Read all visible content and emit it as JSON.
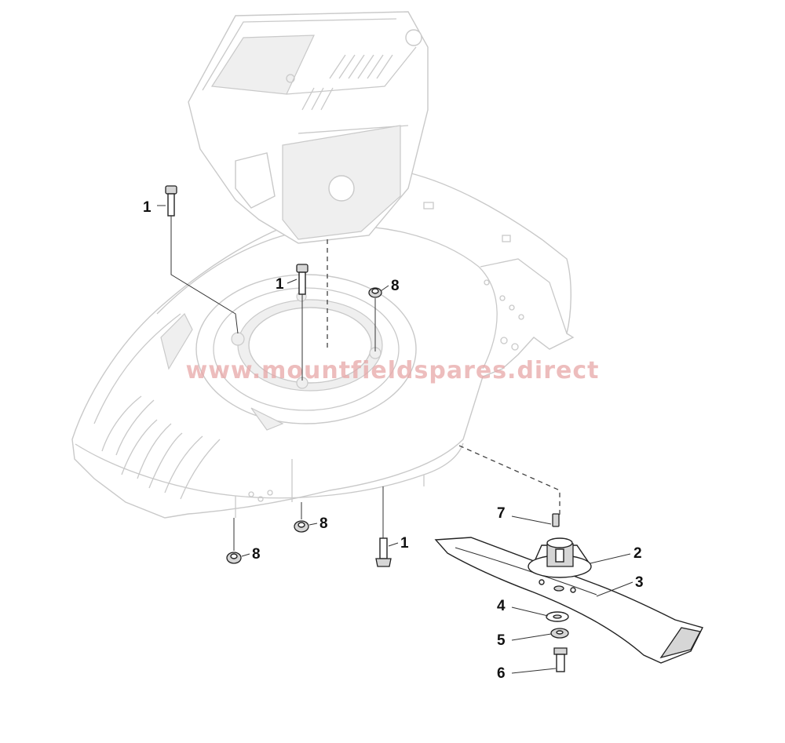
{
  "watermark": "www.mountfieldspares.direct",
  "callouts": [
    {
      "id": "callout-1-top",
      "number": "1"
    },
    {
      "id": "callout-1-mid",
      "number": "1"
    },
    {
      "id": "callout-8-right",
      "number": "8"
    },
    {
      "id": "callout-8-center",
      "number": "8"
    },
    {
      "id": "callout-8-left",
      "number": "8"
    },
    {
      "id": "callout-1-bottom",
      "number": "1"
    },
    {
      "id": "callout-7",
      "number": "7"
    },
    {
      "id": "callout-2",
      "number": "2"
    },
    {
      "id": "callout-3",
      "number": "3"
    },
    {
      "id": "callout-4",
      "number": "4"
    },
    {
      "id": "callout-5",
      "number": "5"
    },
    {
      "id": "callout-6",
      "number": "6"
    }
  ]
}
